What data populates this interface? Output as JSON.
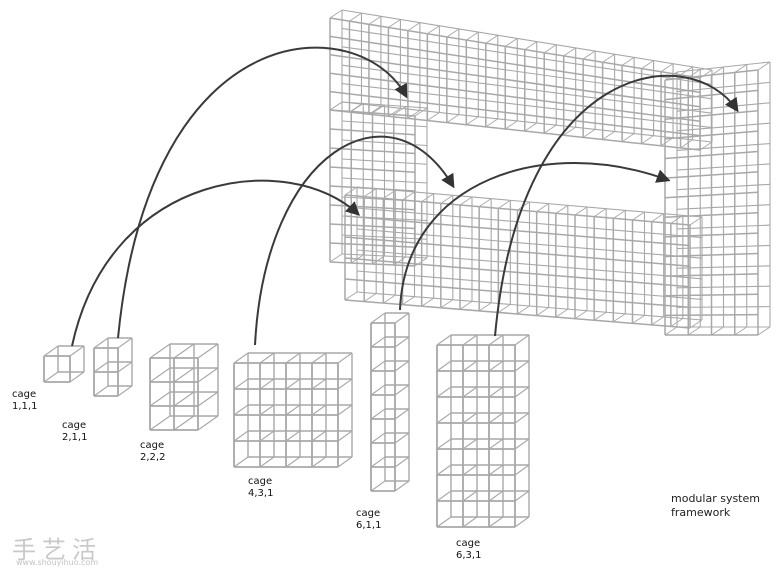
{
  "labels": [
    {
      "id": "cage-1-1-1",
      "word": "cage",
      "code": "1,1,1"
    },
    {
      "id": "cage-2-1-1",
      "word": "cage",
      "code": "2,1,1"
    },
    {
      "id": "cage-2-2-2",
      "word": "cage",
      "code": "2,2,2"
    },
    {
      "id": "cage-4-3-1",
      "word": "cage",
      "code": "4,3,1"
    },
    {
      "id": "cage-6-1-1",
      "word": "cage",
      "code": "6,1,1"
    },
    {
      "id": "cage-6-3-1",
      "word": "cage",
      "code": "6,3,1"
    }
  ],
  "caption": {
    "line1": "modular system",
    "line2": "framework"
  },
  "watermark": {
    "text": "手艺活",
    "url": "www.shouyihuo.com"
  },
  "colors": {
    "grid": "#a8a8a8",
    "arrow": "#3a3a3a",
    "text": "#111111",
    "watermark": "#c8c8c8"
  }
}
